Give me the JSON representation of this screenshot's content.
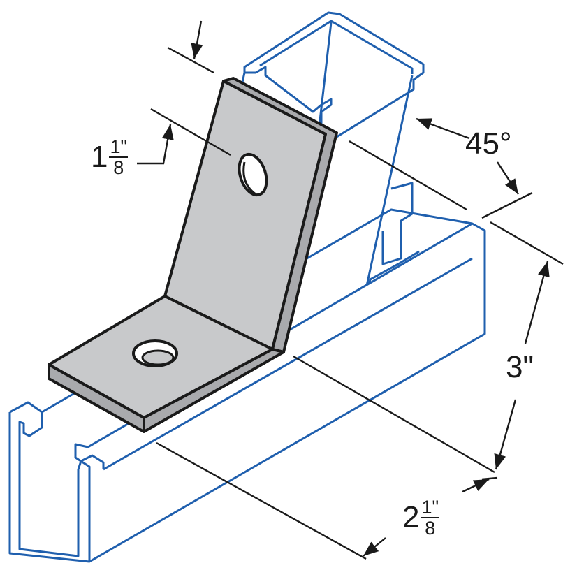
{
  "colors": {
    "channel_stroke": "#1f5fae",
    "fitting_fill_face": "#c8c9cb",
    "fitting_fill_edge": "#a9aaad",
    "fitting_stroke": "#1a1a1a",
    "dimension_line": "#1a1a1a"
  },
  "dimensions": {
    "thickness": {
      "whole": "1",
      "numerator": "1\"",
      "denominator": "8"
    },
    "angle": {
      "text": "45°"
    },
    "height": {
      "text": "3\""
    },
    "width": {
      "whole": "2",
      "numerator": "1\"",
      "denominator": "8"
    }
  }
}
